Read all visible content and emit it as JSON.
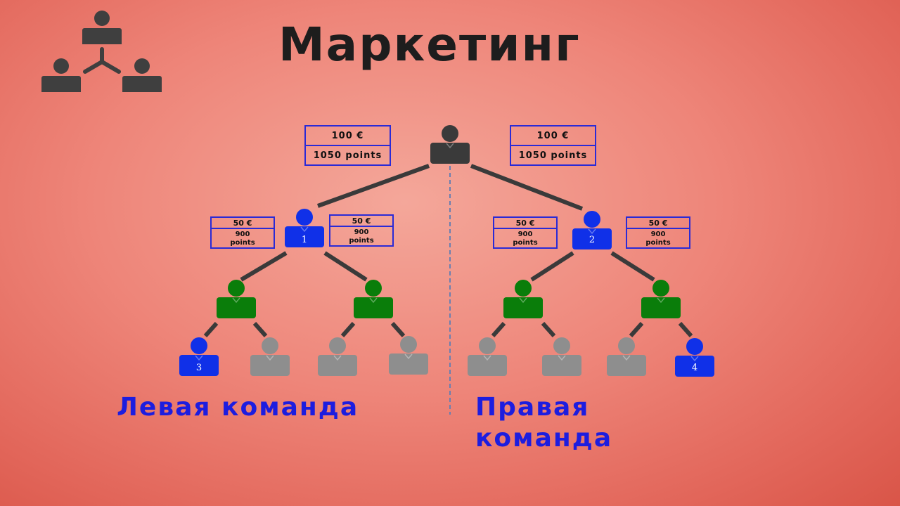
{
  "title": "Маркетинг",
  "icons": {
    "logo": "network-people-icon",
    "person": "person-icon"
  },
  "colors": {
    "background": "#ee8579",
    "head": "#3a3a3a",
    "partner": "#1030e8",
    "active": "#0a7d0a",
    "inactive": "#8e8e8e",
    "box_border": "#2a2ad6",
    "team_label": "#1d1ddf"
  },
  "top_boxes": [
    {
      "amount": "100 €",
      "points": "1050 points"
    },
    {
      "amount": "100 €",
      "points": "1050 points"
    }
  ],
  "partner_boxes": [
    {
      "amount": "50 €",
      "points_value": "900",
      "points_unit": "points"
    },
    {
      "amount": "50 €",
      "points_value": "900",
      "points_unit": "points"
    },
    {
      "amount": "50 €",
      "points_value": "900",
      "points_unit": "points"
    },
    {
      "amount": "50 €",
      "points_value": "900",
      "points_unit": "points"
    }
  ],
  "node_numbers": {
    "left_partner": "1",
    "right_partner": "2",
    "left_leaf": "3",
    "right_leaf": "4"
  },
  "teams": {
    "left": "Левая команда",
    "right_line1": "Правая",
    "right_line2": "команда"
  }
}
